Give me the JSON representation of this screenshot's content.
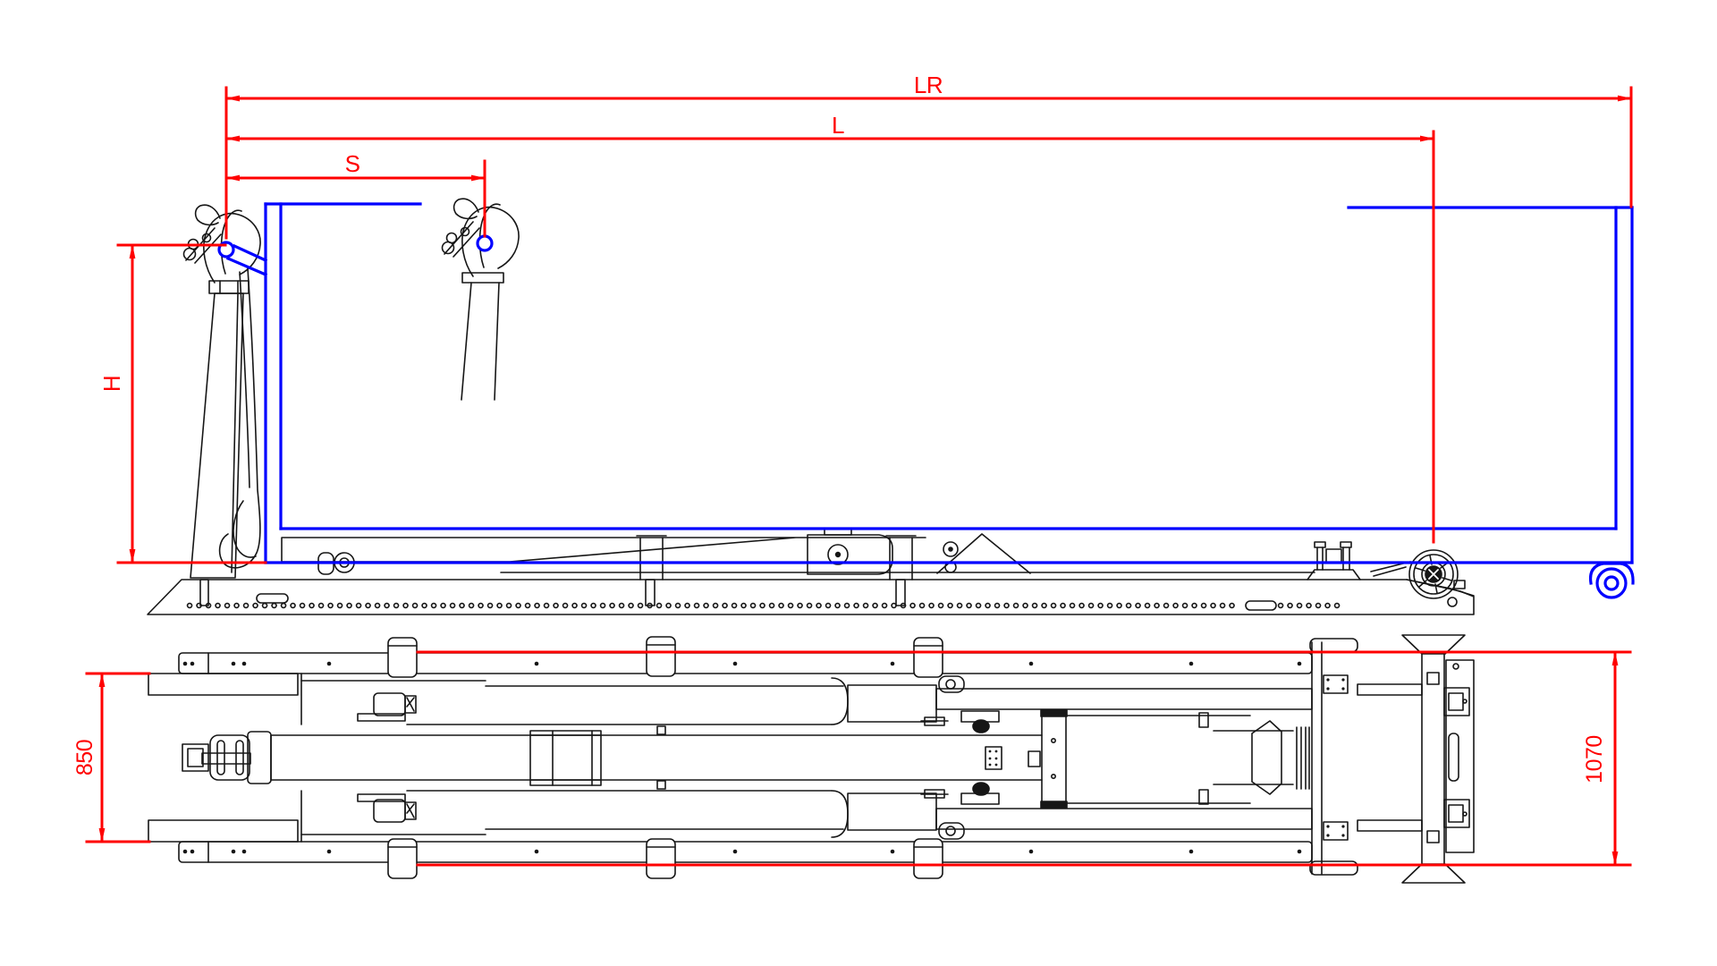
{
  "drawing": {
    "background": "#ffffff",
    "colors": {
      "dimension": "#ff0000",
      "container": "#0000ff",
      "machine": "#161616",
      "hole_fill": "#ffffff"
    },
    "views": [
      {
        "id": "side-elevation",
        "description": "hooklift frame side view with blue container outline and hook arm"
      },
      {
        "id": "plan",
        "description": "hooklift frame top view"
      }
    ],
    "dimensions": {
      "lr": {
        "label": "LR"
      },
      "l": {
        "label": "L"
      },
      "s": {
        "label": "S"
      },
      "h": {
        "label": "H"
      },
      "front_width": {
        "label": "850"
      },
      "rear_width": {
        "label": "1070"
      }
    }
  }
}
